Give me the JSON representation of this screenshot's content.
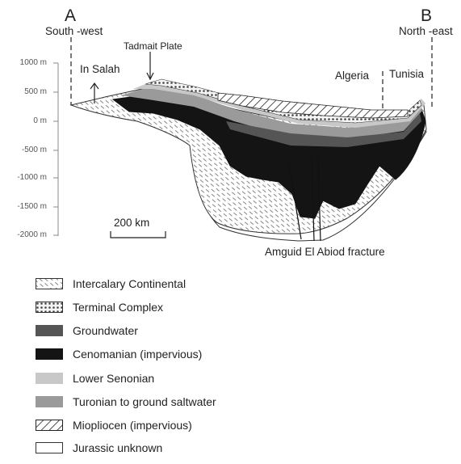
{
  "section": {
    "end_a": {
      "letter": "A",
      "direction": "South -west"
    },
    "end_b": {
      "letter": "B",
      "direction": "North -east"
    },
    "places": {
      "in_salah": "In Salah",
      "tadmait": "Tadmait Plate",
      "algeria": "Algeria",
      "tunisia": "Tunisia"
    },
    "fracture_label": "Amguid El Abiod fracture",
    "scale_bar": "200 km"
  },
  "elevation_axis": {
    "ticks": [
      "1000 m",
      "500 m",
      "0 m",
      "-500 m",
      "-1000 m",
      "-1500 m",
      "-2000 m"
    ]
  },
  "legend": [
    {
      "label": "Intercalary Continental",
      "pattern": "hatch-dash"
    },
    {
      "label": "Terminal Complex",
      "pattern": "dots"
    },
    {
      "label": "Groundwater",
      "pattern": "solid",
      "color": "#555555"
    },
    {
      "label": "Cenomanian (impervious)",
      "pattern": "solid",
      "color": "#141414"
    },
    {
      "label": "Lower Senonian",
      "pattern": "solid",
      "color": "#c8c8c8"
    },
    {
      "label": "Turonian to ground saltwater",
      "pattern": "solid",
      "color": "#9a9a9a"
    },
    {
      "label": "Miopliocen (impervious)",
      "pattern": "diagonal"
    },
    {
      "label": "Jurassic unknown",
      "pattern": "white"
    }
  ]
}
